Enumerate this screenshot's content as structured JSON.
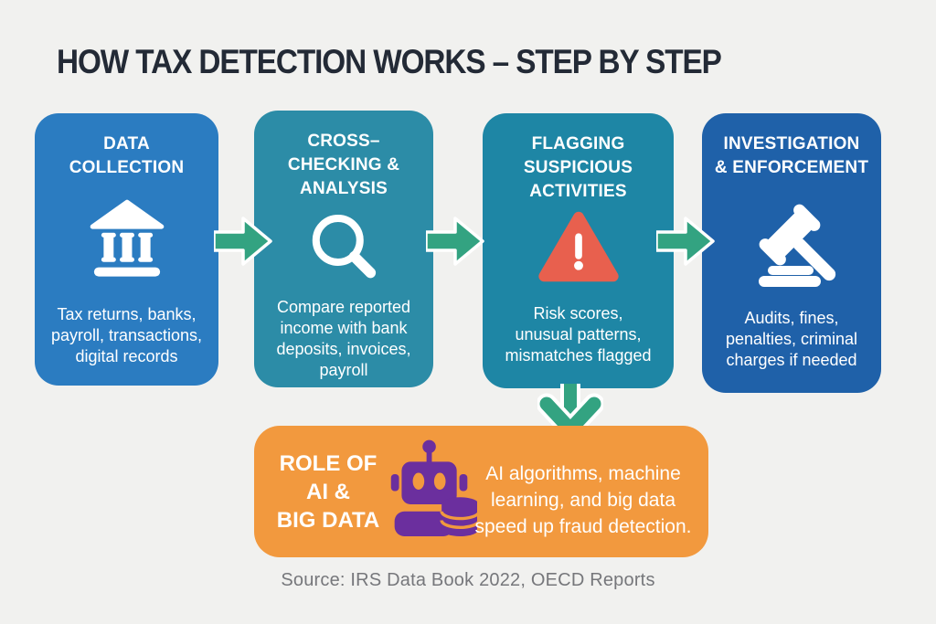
{
  "title": "HOW TAX DETECTION WORKS – STEP BY STEP",
  "steps": [
    {
      "title": "DATA\nCOLLECTION",
      "description": "Tax returns, banks,\npayroll, transactions,\ndigital records",
      "icon": "bank-icon",
      "color": "#2B7CC1"
    },
    {
      "title": "CROSS–\nCHECKING &\nANALYSIS",
      "description": "Compare reported\nincome with bank\ndeposits, invoices,\npayroll",
      "icon": "magnifier-icon",
      "color": "#2C8CA7"
    },
    {
      "title": "FLAGGING\nSUSPICIOUS\nACTIVITIES",
      "description": "Risk scores,\nunusual patterns,\nmismatches flagged",
      "icon": "warning-triangle-icon",
      "color": "#1E86A5"
    },
    {
      "title": "INVESTIGATION\n& ENFORCEMENT",
      "description": "Audits, fines,\npenalties, criminal\ncharges if needed",
      "icon": "gavel-icon",
      "color": "#1F61A9"
    }
  ],
  "ai_box": {
    "title": "ROLE OF\nAI &\nBIG DATA",
    "description": "AI algorithms, machine\nlearning, and big data\nspeed up fraud detection.",
    "icon": "robot-big-data-icon",
    "color": "#F2993E",
    "icon_color": "#6B2F9E"
  },
  "source": "Source: IRS Data Book 2022, OECD Reports",
  "colors": {
    "background": "#F1F1EF",
    "title_text": "#232A36",
    "box1": "#2B7CC1",
    "box2": "#2C8CA7",
    "box3": "#1E86A5",
    "box4": "#1F61A9",
    "arrow_green": "#33A381",
    "warning_red": "#E8604E",
    "ai_orange": "#F2993E",
    "robot_purple": "#6B2F9E",
    "source_gray": "#76777B"
  }
}
